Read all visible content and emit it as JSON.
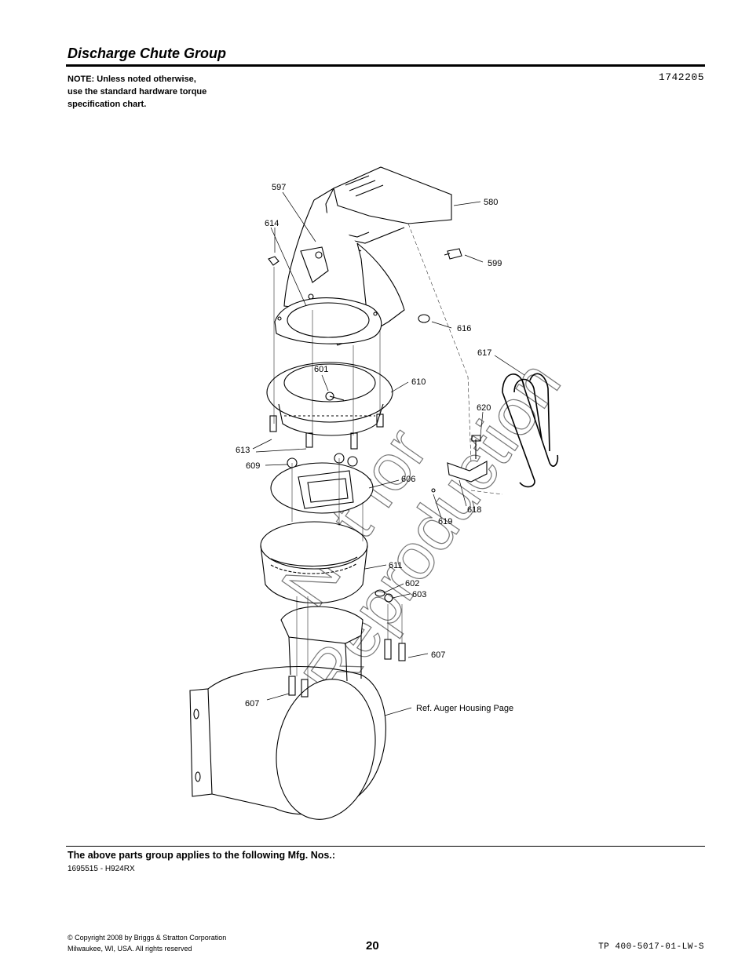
{
  "header": {
    "title": "Discharge Chute Group",
    "note_lines": [
      "NOTE: Unless noted otherwise,",
      "use the standard hardware torque",
      "specification chart."
    ],
    "doc_number": "1742205"
  },
  "diagram": {
    "watermark_lines": [
      "Not for",
      "Reproduction"
    ],
    "callouts": {
      "c597": "597",
      "c614": "614",
      "c580": "580",
      "c599": "599",
      "c616": "616",
      "c617": "617",
      "c601": "601",
      "c610": "610",
      "c620": "620",
      "c613": "613",
      "c609": "609",
      "c606": "606",
      "c618": "618",
      "c619": "619",
      "c611": "611",
      "c602": "602",
      "c603": "603",
      "c607a": "607",
      "c607b": "607",
      "ref_auger": "Ref. Auger Housing Page"
    }
  },
  "footer": {
    "applies_heading": "The above parts group applies to the following Mfg. Nos.:",
    "mfg_numbers": "1695515 - H924RX",
    "copyright_lines": [
      "© Copyright  2008 by Briggs & Stratton Corporation",
      "Milwaukee, WI, USA. All rights reserved"
    ],
    "page_number": "20",
    "tp_number": "TP 400-5017-01-LW-S"
  }
}
